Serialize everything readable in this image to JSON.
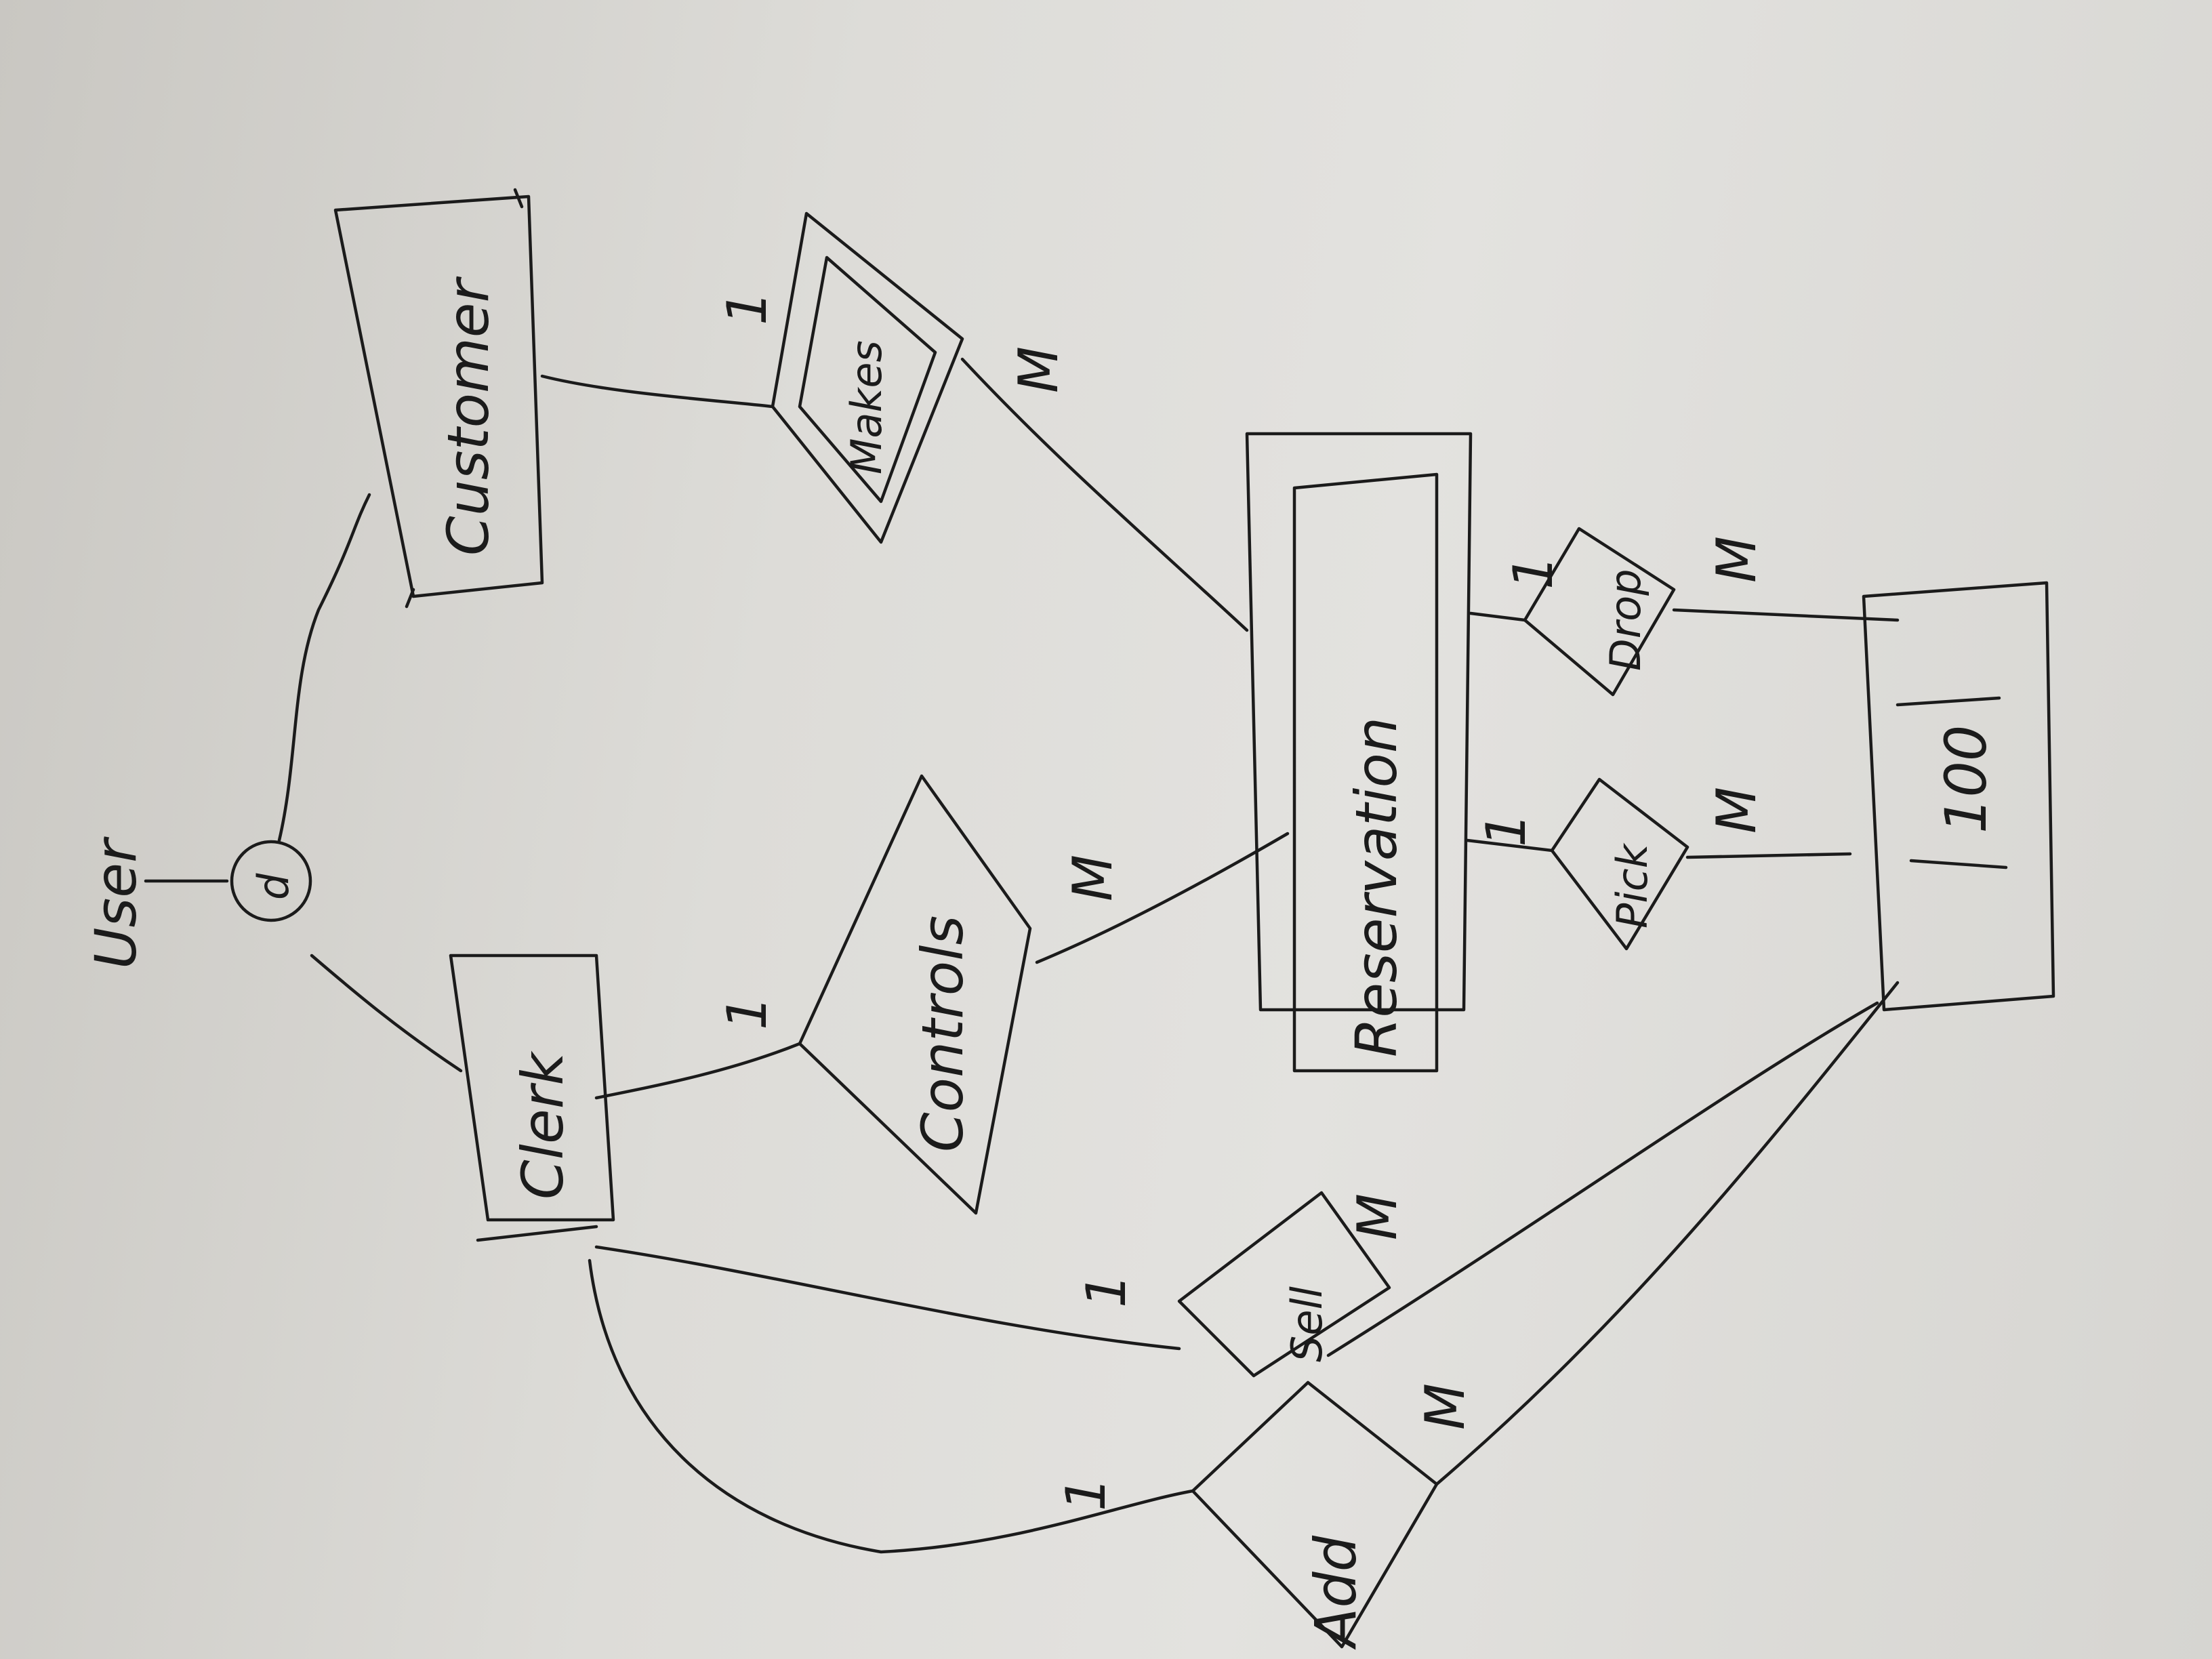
{
  "diagram": {
    "supertype": "User",
    "disjoint_symbol": "d",
    "entities": {
      "customer": "Customer",
      "clerk": "Clerk",
      "reservation": "Reservation",
      "rooms": "100"
    },
    "relationships": {
      "makes": "Makes",
      "controls": "Controls",
      "drop": "Drop",
      "pick": "Pick",
      "sell": "Sell",
      "add": "Add"
    },
    "cardinalities": {
      "makes_customer": "1",
      "makes_reservation": "M",
      "controls_clerk": "1",
      "controls_reservation": "M",
      "drop_reservation": "1",
      "drop_rooms": "M",
      "pick_reservation": "1",
      "pick_rooms": "M",
      "sell_clerk": "1",
      "sell_rooms": "M",
      "add_clerk": "1",
      "add_rooms": "M"
    }
  }
}
